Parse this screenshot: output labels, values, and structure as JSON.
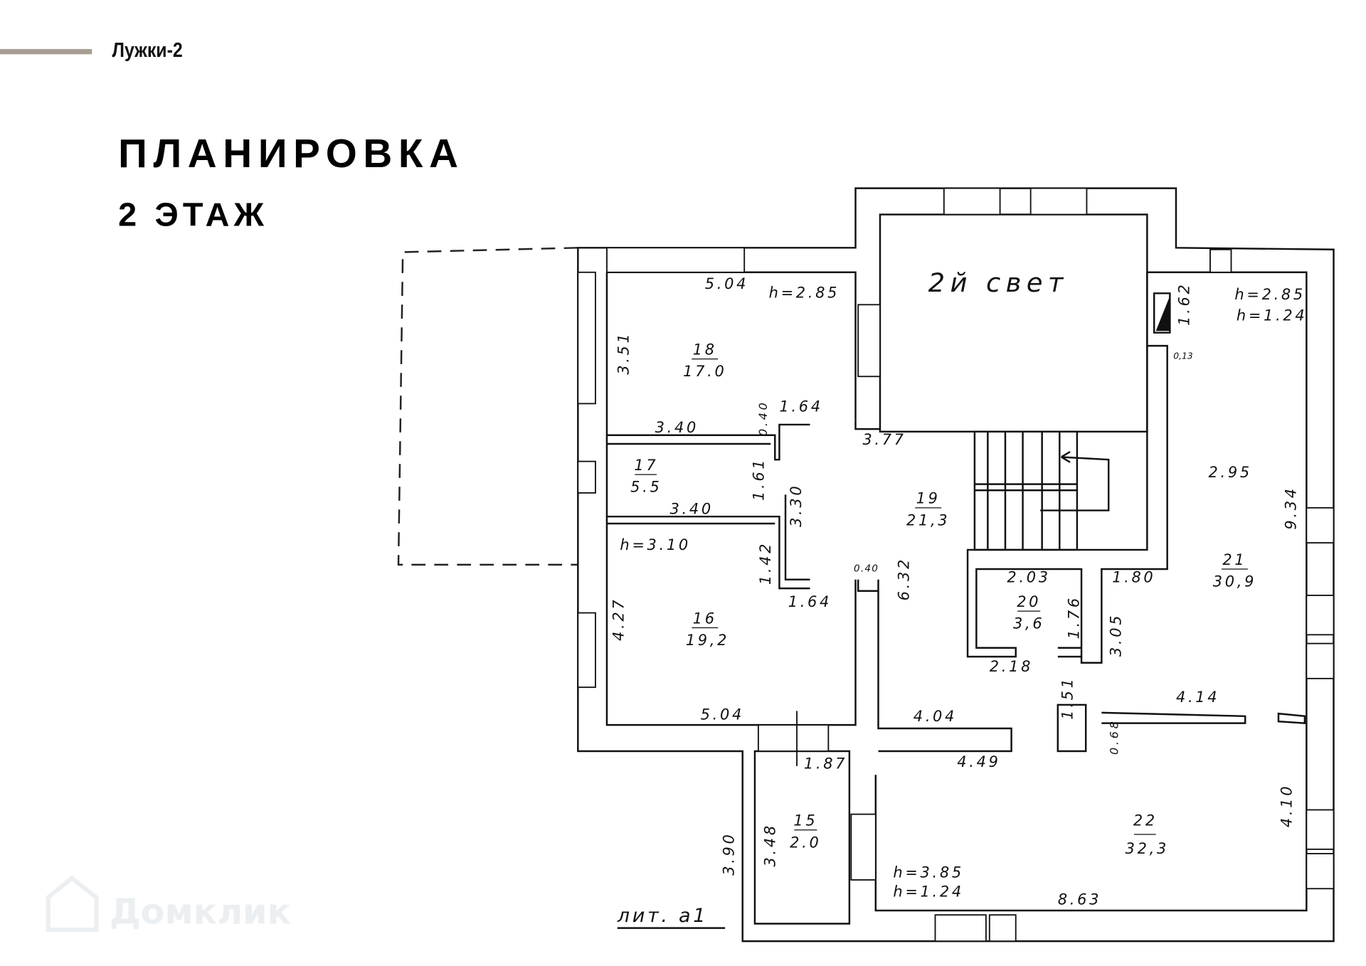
{
  "header": {
    "project": "Лужки-2",
    "title": "ПЛАНИРОВКА",
    "subtitle": "2 ЭТАЖ",
    "accent_color": "#a89e93"
  },
  "plan": {
    "second_light": "2й свет",
    "litera": "лит. а1",
    "rooms": [
      {
        "number": "18",
        "area": "17.0"
      },
      {
        "number": "17",
        "area": "5.5"
      },
      {
        "number": "16",
        "area": "19,2"
      },
      {
        "number": "19",
        "area": "21,3"
      },
      {
        "number": "20",
        "area": "3,6"
      },
      {
        "number": "21",
        "area": "30,9"
      },
      {
        "number": "15",
        "area": "2.0"
      },
      {
        "number": "22",
        "area": "32,3"
      }
    ],
    "heights": {
      "room18": "h=2.85",
      "room21_a": "h=2.85",
      "room21_b": "h=1.24",
      "room16": "h=3.10",
      "room22_a": "h=3.85",
      "room22_b": "h=1.24"
    },
    "dims": {
      "d504_top": "5.04",
      "d351": "3.51",
      "d340_a": "3.40",
      "d040_a": "0.40",
      "d164_a": "1.64",
      "d377": "3.77",
      "d161": "1.61",
      "d340_b": "3.40",
      "d330": "3.30",
      "d142": "1.42",
      "d164_b": "1.64",
      "d040_b": "0.40",
      "d632": "6.32",
      "d427": "4.27",
      "d504_bot": "5.04",
      "d162": "1.62",
      "d013": "0,13",
      "d295": "2.95",
      "d934": "9.34",
      "d203": "2.03",
      "d176": "1.76",
      "d180": "1.80",
      "d305": "3.05",
      "d218": "2.18",
      "d151": "1.51",
      "d414": "4.14",
      "d068": "0.68",
      "d404": "4.04",
      "d449": "4.49",
      "d187": "1.87",
      "d390": "3.90",
      "d348": "3.48",
      "d410": "4.10",
      "d863": "8.63"
    }
  },
  "watermark": "Домклик"
}
